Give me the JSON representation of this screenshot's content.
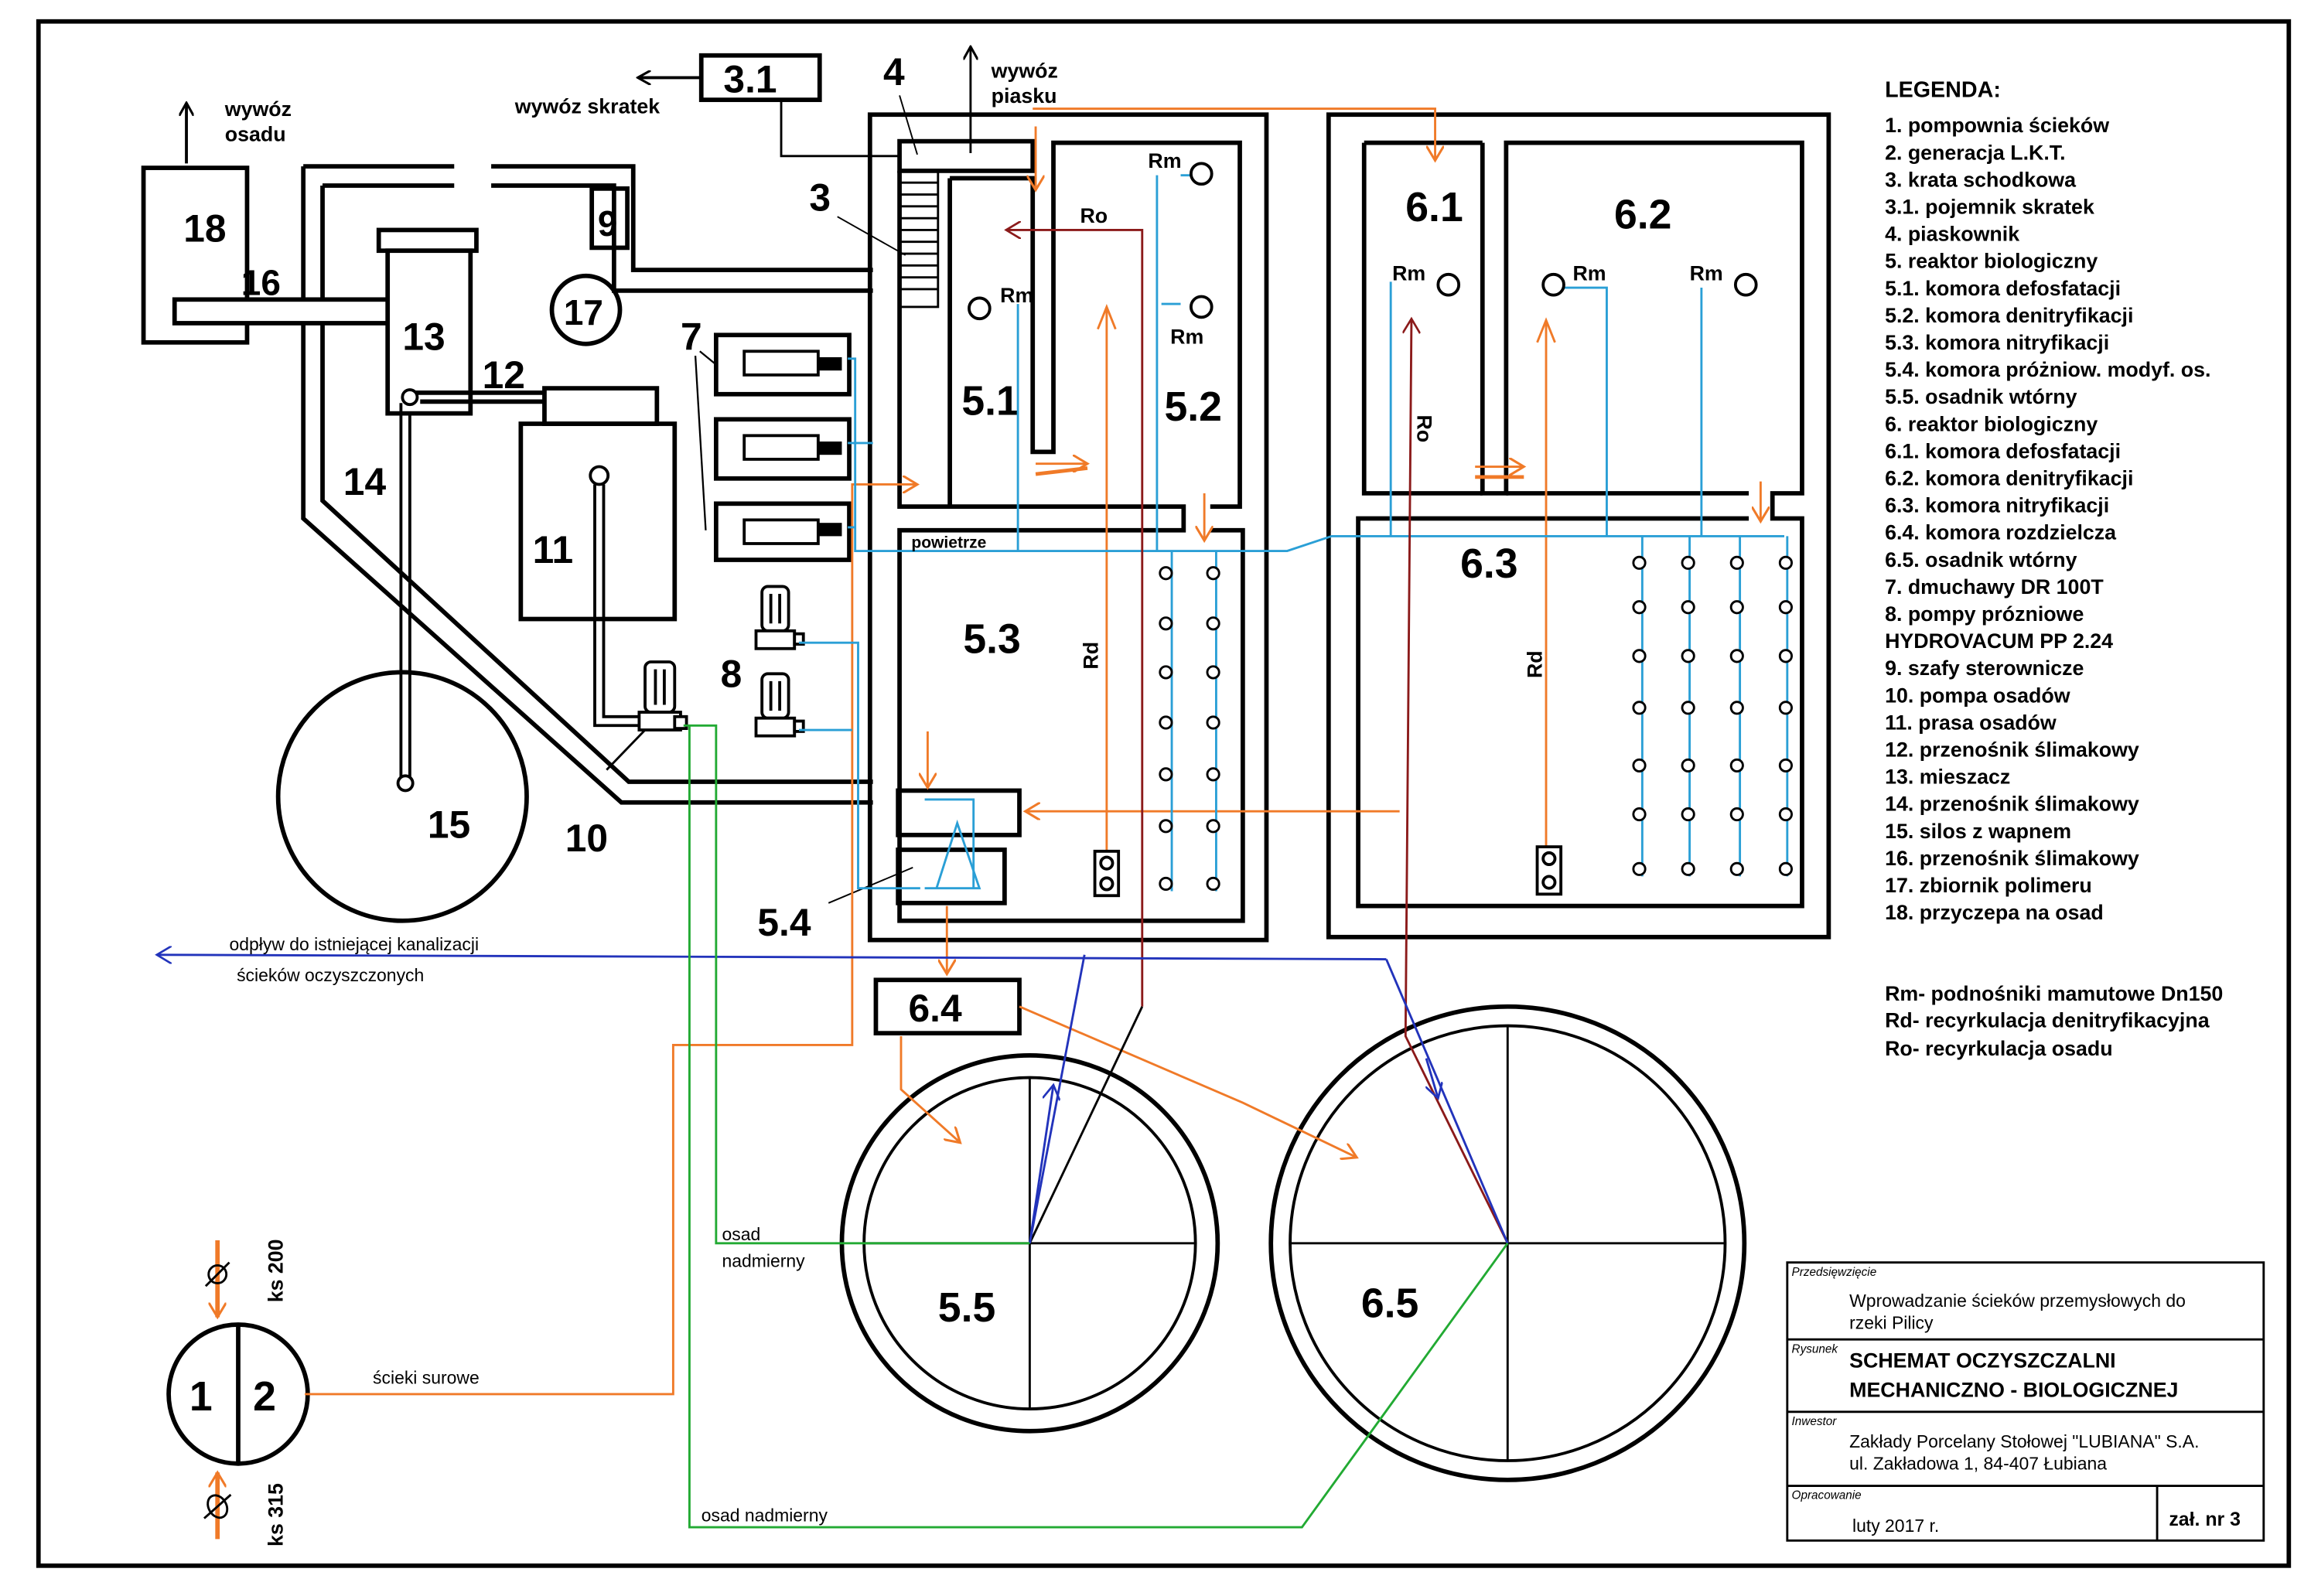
{
  "units": {
    "u1": "1",
    "u2": "2",
    "u3": "3",
    "u31": "3.1",
    "u4": "4",
    "u51": "5.1",
    "u52": "5.2",
    "u53": "5.3",
    "u54": "5.4",
    "u55": "5.5",
    "u61": "6.1",
    "u62": "6.2",
    "u63": "6.3",
    "u64": "6.4",
    "u65": "6.5",
    "u7": "7",
    "u8": "8",
    "u9": "9",
    "u10": "10",
    "u11": "11",
    "u12": "12",
    "u13": "13",
    "u14": "14",
    "u15": "15",
    "u16": "16",
    "u17": "17",
    "u18": "18"
  },
  "labels": {
    "wywoz_osadu_1": "wywóz",
    "wywoz_osadu_2": "osadu",
    "wywoz_skratek": "wywóz skratek",
    "wywoz_piasku_1": "wywóz",
    "wywoz_piasku_2": "piasku",
    "rm": "Rm",
    "ro": "Ro",
    "rd": "Rd",
    "powietrze": "powietrze",
    "odplyw_1": "odpływ do istniejącej kanalizacji",
    "odplyw_2": "ścieków oczyszczonych",
    "osad_nadmierny_a1": "osad",
    "osad_nadmierny_a2": "nadmierny",
    "osad_nadmierny_b": "osad nadmierny",
    "scieki_surowe": "ścieki surowe",
    "ks200": "ks 200",
    "ks315": "ks 315"
  },
  "legend": {
    "title": "LEGENDA:",
    "items": [
      "1. pompownia ścieków",
      "2. generacja  L.K.T.",
      "3. krata schodkowa",
      "3.1. pojemnik skratek",
      "4. piaskownik",
      "5. reaktor biologiczny",
      "5.1. komora defosfatacji",
      "5.2. komora denitryfikacji",
      "5.3. komora nitryfikacji",
      "5.4. komora próżniow. modyf. os.",
      "5.5. osadnik wtórny",
      "6. reaktor biologiczny",
      "6.1. komora defosfatacji",
      "6.2. komora denitryfikacji",
      "6.3. komora nitryfikacji",
      "6.4. komora rozdzielcza",
      "6.5. osadnik wtórny",
      "7. dmuchawy DR 100T",
      "8. pompy prózniowe",
      "HYDROVACUM PP 2.24",
      "9. szafy sterownicze",
      "10. pompa osadów",
      "11. prasa osadów",
      "12. przenośnik ślimakowy",
      "13. mieszacz",
      "14. przenośnik ślimakowy",
      "15. silos z wapnem",
      "16. przenośnik ślimakowy",
      "17. zbiornik polimeru",
      "18. przyczepa na osad"
    ]
  },
  "abbrev": [
    "Rm- podnośniki mamutowe Dn150",
    "Rd- recyrkulacja denitryfikacyjna",
    "Ro- recyrkulacja osadu"
  ],
  "title_block": {
    "przedsiewziecie_label": "Przedsięwzięcie",
    "przedsiewziecie_1": "Wprowadzanie ścieków przemysłowych do",
    "przedsiewziecie_2": "rzeki Pilicy",
    "rysunek_label": "Rysunek",
    "rysunek_1": "SCHEMAT OCZYSZCZALNI",
    "rysunek_2": "MECHANICZNO - BIOLOGICZNEJ",
    "inwestor_label": "Inwestor",
    "inwestor_1": "Zakłady Porcelany Stołowej \"LUBIANA\" S.A.",
    "inwestor_2": "ul. Zakładowa 1, 84-407 Łubiana",
    "opracowanie_label": "Opracowanie",
    "date": "luty  2017 r.",
    "zal": "zał. nr 3"
  },
  "colors": {
    "air": "#2a9fd6",
    "wastewater": "#f07a28",
    "return_sludge": "#8b1a1a",
    "treated": "#2233bb",
    "excess_sludge": "#22aa33",
    "outline": "#000000"
  }
}
